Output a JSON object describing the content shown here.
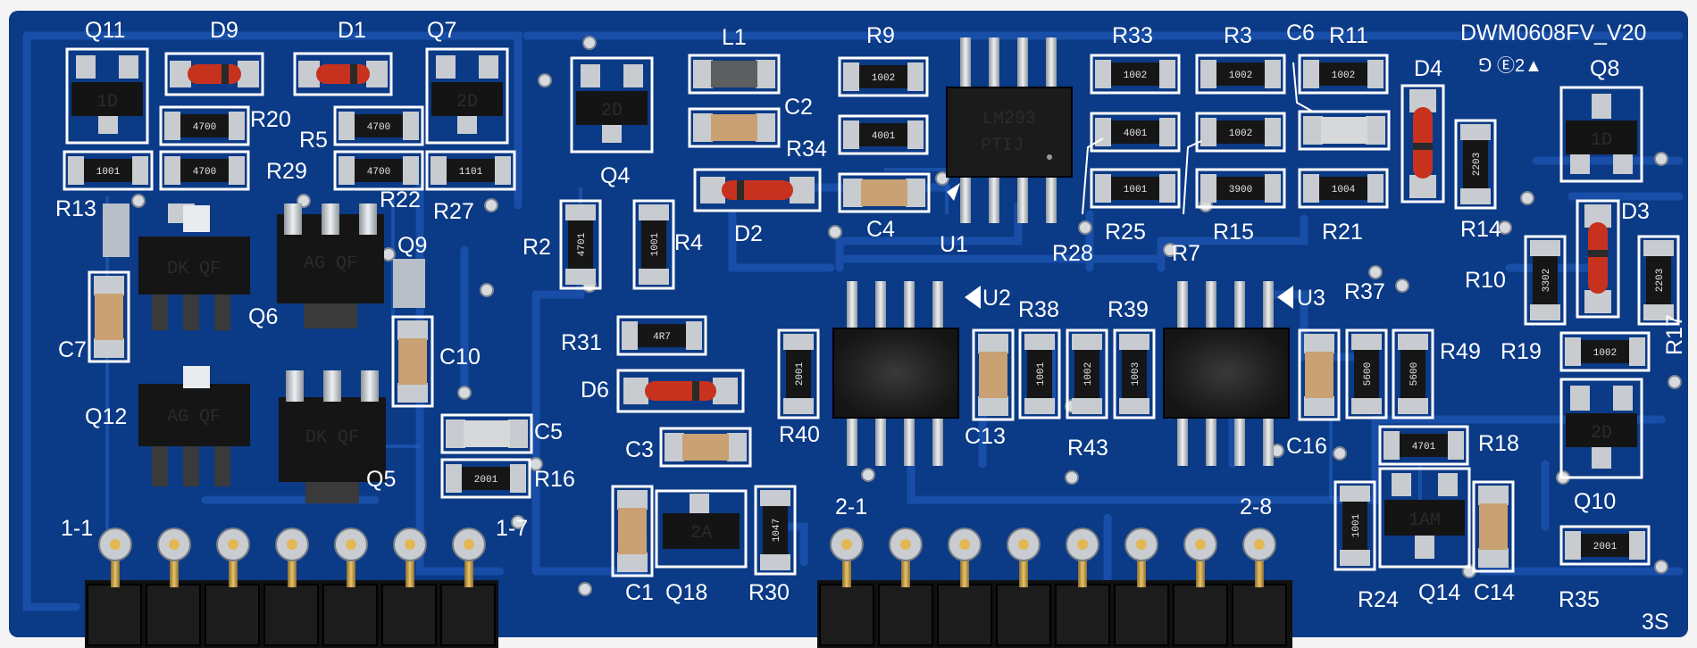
{
  "board": {
    "revision": "DWM0608FV_V20",
    "corner_mark": "3S",
    "cert_marks": "⅁ Ⓔ2▲",
    "colors": {
      "pcb": "#0b3a86",
      "trace": "#1a4fa6",
      "silk": "#ffffff",
      "pad": "#c8ccd0",
      "header": "#111111",
      "pin": "#d4a94a"
    }
  },
  "header_labels": {
    "h1_start": "1-1",
    "h1_end": "1-7",
    "h2_start": "2-1",
    "h2_end": "2-8"
  },
  "chips": {
    "u1": {
      "ref": "U1",
      "marking_1": "LM293",
      "marking_2": "PTIJ"
    },
    "u2": {
      "ref": "U2"
    },
    "u3": {
      "ref": "U3"
    }
  },
  "transistors": {
    "q11": {
      "ref": "Q11",
      "code": "1D"
    },
    "q7": {
      "ref": "Q7",
      "code": "2D"
    },
    "q4": {
      "ref": "Q4",
      "code": "2D"
    },
    "q8": {
      "ref": "Q8",
      "code": "1D"
    },
    "q10": {
      "ref": "Q10",
      "code": "2D"
    },
    "q6": {
      "ref": "Q6",
      "code": "DK QF"
    },
    "q9": {
      "ref": "Q9",
      "code": "AG QF"
    },
    "q12": {
      "ref": "Q12",
      "code": "AG QF"
    },
    "q5": {
      "ref": "Q5",
      "code": "DK QF"
    },
    "q18": {
      "ref": "Q18",
      "code": "2A"
    },
    "q14": {
      "ref": "Q14",
      "code": "1AM"
    }
  },
  "diodes": {
    "d9": "D9",
    "d1": "D1",
    "d2": "D2",
    "d6": "D6",
    "d4": "D4",
    "d3": "D3"
  },
  "inductor": {
    "l1": "L1"
  },
  "caps": {
    "c2": "C2",
    "c4": "C4",
    "c6": "C6",
    "c7": "C7",
    "c10": "C10",
    "c5": "C5",
    "c3": "C3",
    "c1": "C1",
    "c13": "C13",
    "c16": "C16",
    "c14": "C14"
  },
  "resistors": {
    "r13": "R13",
    "r20": "R20",
    "r29": "R29",
    "r5": "R5",
    "r22": "R22",
    "r27": "R27",
    "r9": "R9",
    "r34": "R34",
    "r2": "R2",
    "r4": "R4",
    "r31": "R31",
    "r30": "R30",
    "r16": "R16",
    "r33": "R33",
    "r3": "R3",
    "r11": "R11",
    "r28": "R28",
    "r25": "R25",
    "r7": "R7",
    "r15": "R15",
    "r21": "R21",
    "r14": "R14",
    "r10": "R10",
    "r17": "R17",
    "r19": "R19",
    "r37": "R37",
    "r49": "R49",
    "r38": "R38",
    "r39": "R39",
    "r40": "R40",
    "r43": "R43",
    "r18": "R18",
    "r24": "R24",
    "r35": "R35"
  },
  "resistor_codes": {
    "r13": "1001",
    "r20": "4700",
    "r29": "4700",
    "r5": "4700",
    "r22": "4700",
    "r27": "1101",
    "r9": "1002",
    "r34": "4001",
    "r33": "1002",
    "r3": "1002",
    "r11": "1002",
    "r28": "4001",
    "r7": "1002",
    "r25": "1001",
    "r15": "3900",
    "r21": "1004",
    "r14": "2203",
    "r10": "3302",
    "r17": "2203",
    "r19": "1002",
    "r2": "4701",
    "r4": "1001",
    "r31": "4R7",
    "r40": "2001",
    "r38": "1001",
    "r43": "1002",
    "r39": "1003",
    "r37": "5600",
    "r49": "5600",
    "r16": "2001",
    "r18": "4701",
    "r24": "1001",
    "r30": "1047",
    "r35": "2001"
  }
}
